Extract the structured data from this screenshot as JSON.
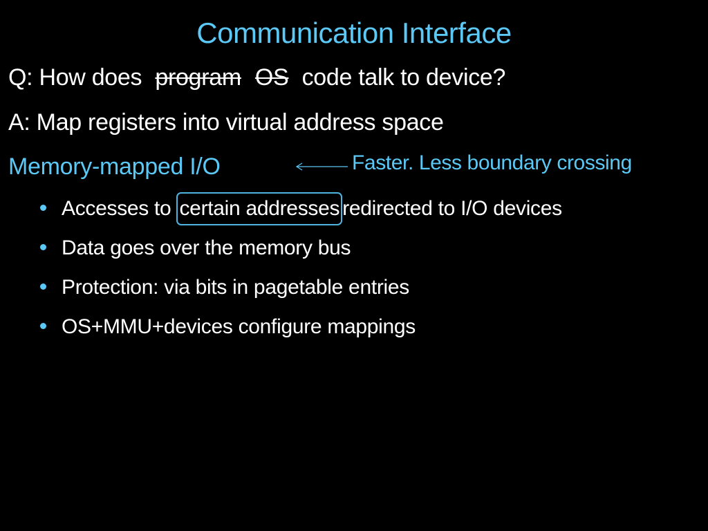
{
  "slide": {
    "title": "Communication Interface",
    "question": {
      "prefix": "Q: How does",
      "struck_1": "program",
      "struck_2": "OS",
      "suffix": "code talk to device?"
    },
    "answer": "A: Map registers into virtual address space",
    "heading": "Memory-mapped I/O",
    "annotation": {
      "arrow_icon": "left-arrow",
      "text": "Faster. Less boundary crossing"
    },
    "bullets": [
      {
        "before": "Accesses to",
        "boxed": "certain addresses",
        "after": "redirected to I/O devices"
      },
      {
        "text": "Data goes over the memory bus"
      },
      {
        "text": "Protection: via bits in pagetable entries"
      },
      {
        "text": "OS+MMU+devices configure mappings"
      }
    ],
    "colors": {
      "background": "#000000",
      "accent": "#5bc8f5",
      "text": "#ffffff",
      "box_border": "#4fb4e0"
    }
  }
}
